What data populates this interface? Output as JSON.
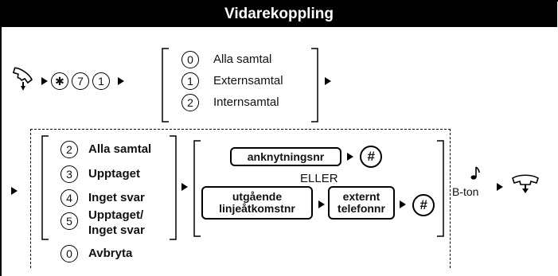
{
  "header": {
    "title": "Vidarekoppling"
  },
  "icons": {
    "offhook": "handset-lift-icon",
    "onhook": "handset-hangup-icon",
    "tone": "music-note-icon"
  },
  "dial_keys": [
    "✱",
    "7",
    "1"
  ],
  "call_types": [
    {
      "key": "0",
      "label": "Alla samtal"
    },
    {
      "key": "1",
      "label": "Externsamtal"
    },
    {
      "key": "2",
      "label": "Internsamtal"
    }
  ],
  "forward_options": [
    {
      "key": "2",
      "label": "Alla samtal"
    },
    {
      "key": "3",
      "label": "Upptaget"
    },
    {
      "key": "4",
      "label": "Inget svar"
    },
    {
      "key": "5",
      "label_line1": "Upptaget/",
      "label_line2": "Inget svar"
    }
  ],
  "cancel_option": {
    "key": "0",
    "label": "Avbryta"
  },
  "destination": {
    "extension_label": "anknytningsnr",
    "or_label": "ELLER",
    "line_access_line1": "utgående",
    "line_access_line2": "linjeåtkomstnr",
    "external_line1": "externt",
    "external_line2": "telefonnr",
    "hash_key": "#"
  },
  "tone_label": "B-ton"
}
